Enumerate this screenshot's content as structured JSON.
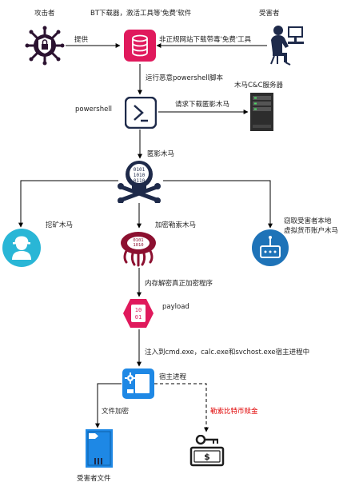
{
  "labels": {
    "attacker": "攻击者",
    "bt_tools": "BT下载器，激活工具等'免费'软件",
    "victim": "受害者",
    "provide": "提供",
    "download_tools": "非正规网站下载带毒'免费'工具",
    "run_script": "运行恶意powershell脚本",
    "cc_server": "木马C&C服务器",
    "powershell": "powershell",
    "request_trojan": "请求下载匿影木马",
    "shadow_trojan": "匿影木马",
    "mining_trojan": "挖矿木马",
    "ransom_trojan": "加密勒索木马",
    "steal_wallet_1": "窃取受害者本地",
    "steal_wallet_2": "虚拟货币账户木马",
    "memory_decrypt": "内存解密真正加密程序",
    "payload": "payload",
    "inject": "注入到cmd.exe，calc.exe和svchost.exe宿主进程中",
    "host_process": "宿主进程",
    "file_encrypt": "文件加密",
    "ransom_bitcoin": "勒索比特币赎金",
    "victim_files": "受害者文件"
  },
  "icons": {
    "attacker": "virus-badge-icon",
    "database": "database-icon",
    "victim": "user-at-computer-icon",
    "powershell": "powershell-prompt-icon",
    "server": "server-tower-icon",
    "shadow_trojan": "skull-crossbones-icon",
    "mining": "miner-helmet-icon",
    "ransom": "ransom-brain-icon",
    "wallet": "wallet-router-icon",
    "payload": "binary-hexagon-icon",
    "host": "host-window-icon",
    "file": "document-file-icon",
    "bitcoin": "money-key-icon"
  },
  "colors": {
    "arrow": "#000000",
    "crimson": "#e0195c",
    "navy": "#1e2a4a",
    "dark_purple": "#2b1230",
    "cyan": "#29b6d6",
    "blue": "#1e73b8",
    "maroon": "#8c1030",
    "host_blue": "#1e88e5",
    "red_text": "#e00000"
  }
}
